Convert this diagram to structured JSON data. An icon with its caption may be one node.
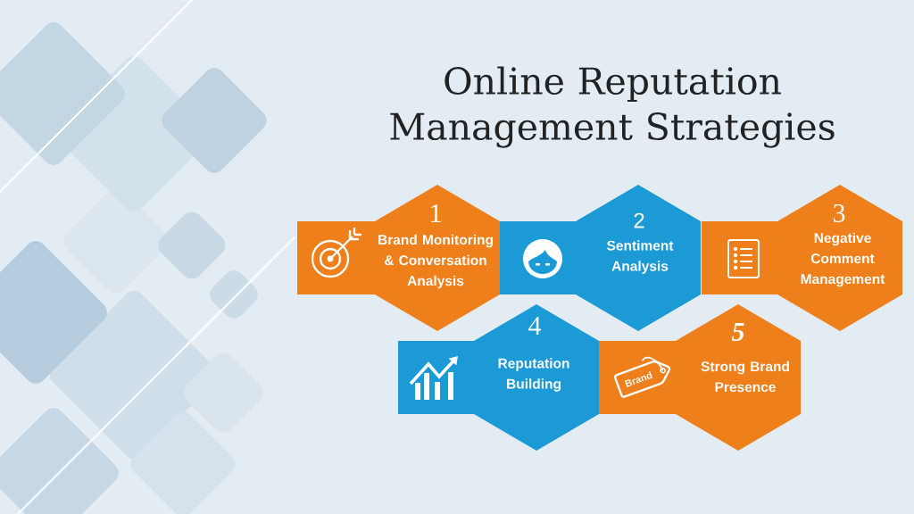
{
  "diagram": {
    "title": "Online Reputation Management Strategies",
    "nodes": [
      {
        "text": [
          "1",
          "Brand Monitoring & Conversation Analysis"
        ]
      },
      {
        "text": [
          "2",
          "Sentiment Analysis"
        ]
      },
      {
        "text": [
          "3",
          "Negative Comment Management"
        ]
      },
      {
        "text": [
          "4",
          "Reputation Building"
        ]
      },
      {
        "text": [
          "5",
          "Strong Brand Presence"
        ]
      }
    ],
    "labels": [
      "Brand"
    ]
  }
}
